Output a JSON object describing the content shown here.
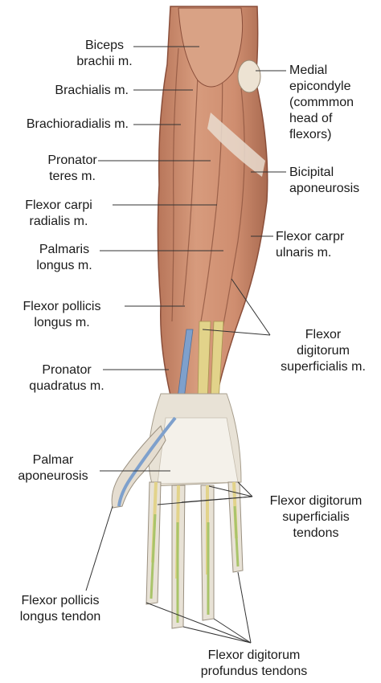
{
  "labels": {
    "biceps": "Biceps\nbrachii m.",
    "brachialis": "Brachialis m.",
    "brachioradialis": "Brachioradialis m.",
    "pronator_teres": "Pronator\nteres m.",
    "fcr": "Flexor carpi\nradialis m.",
    "palmaris": "Palmaris\nlongus m.",
    "fpl": "Flexor pollicis\nlongus m.",
    "pq": "Pronator\nquadratus m.",
    "palmar_apo": "Palmar\naponeurosis",
    "fpl_tendon": "Flexor pollicis\nlongus tendon",
    "medial_epi": "Medial\nepicondyle\n(commmon\nhead of\nflexors)",
    "bicipital_apo": "Bicipital\naponeurosis",
    "fcu": "Flexor carpr\nulnaris m.",
    "fds": "Flexor\ndigitorum\nsuperficialis m.",
    "fds_tendons": "Flexor digitorum\nsuperficialis\ntendons",
    "fdp_tendons": "Flexor digitorum\nprofundus tendons"
  },
  "colors": {
    "muscle": "#c98a6c",
    "muscle_dark": "#9a5a44",
    "tendon": "#e8e2d4",
    "tendon_yellow": "#e2d38a",
    "tendon_green": "#a9c46a",
    "tendon_blue": "#7ea0cc",
    "line": "#333333"
  }
}
